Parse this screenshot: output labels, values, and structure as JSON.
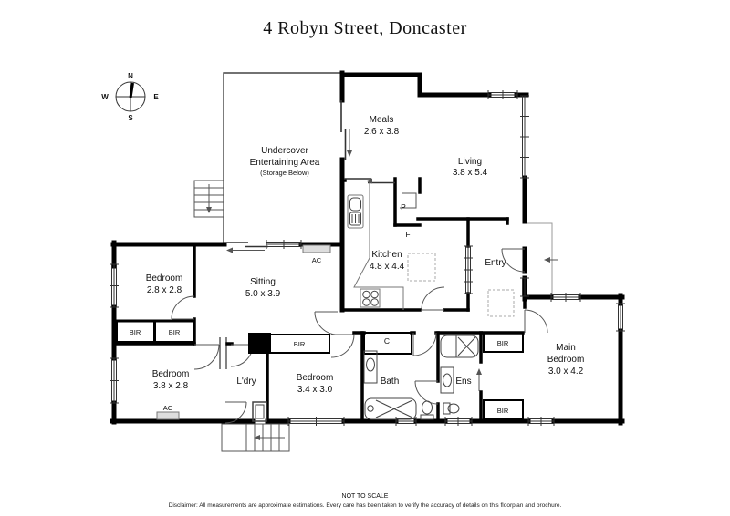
{
  "title": "4 Robyn Street, Doncaster",
  "compass": {
    "n": "N",
    "e": "E",
    "s": "S",
    "w": "W"
  },
  "rooms": {
    "undercover": {
      "line1": "Undercover",
      "line2": "Entertaining Area",
      "note": "(Storage Below)"
    },
    "meals": {
      "name": "Meals",
      "dims": "2.6 x 3.8"
    },
    "living": {
      "name": "Living",
      "dims": "3.8 x 5.4"
    },
    "kitchen": {
      "name": "Kitchen",
      "dims": "4.8 x 4.4"
    },
    "sitting": {
      "name": "Sitting",
      "dims": "5.0 x 3.9"
    },
    "entry": {
      "name": "Entry"
    },
    "bedroom1": {
      "name": "Bedroom",
      "dims": "2.8 x 2.8"
    },
    "bedroom2": {
      "name": "Bedroom",
      "dims": "3.8 x 2.8"
    },
    "bedroom3": {
      "name": "Bedroom",
      "dims": "3.4 x 3.0"
    },
    "main_bedroom": {
      "line1": "Main",
      "line2": "Bedroom",
      "dims": "3.0 x 4.2"
    },
    "laundry": {
      "name": "L'dry"
    },
    "bath": {
      "name": "Bath"
    },
    "ensuite": {
      "name": "Ens"
    }
  },
  "fixtures": {
    "pantry": "P",
    "fridge": "F",
    "cupboard": "C",
    "aircon": "AC",
    "robe": "BIR"
  },
  "footer": {
    "scale": "NOT TO SCALE",
    "disclaimer": "Disclaimer: All measurements are approximate estimations. Every care has been taken to verify the accuracy of details on this floorplan and brochure."
  },
  "colors": {
    "wall": "#000000",
    "line": "#555555",
    "background": "#ffffff"
  }
}
